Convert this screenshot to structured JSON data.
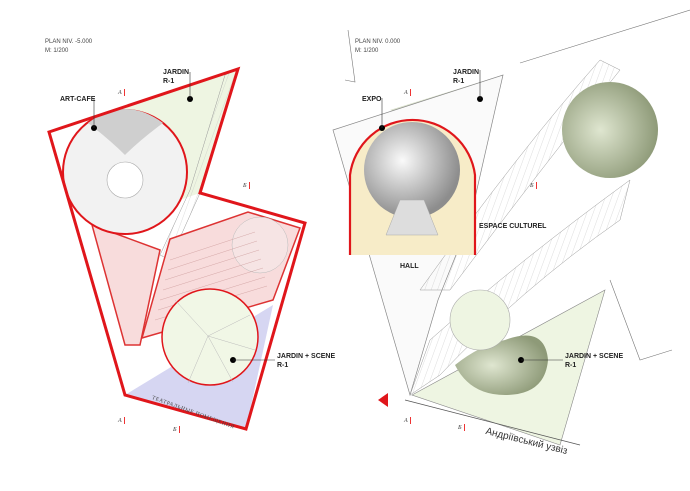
{
  "left_plan": {
    "title": "PLAN NIV. -5.000",
    "scale": "M:  1/200",
    "labels": {
      "jardin": "JARDIN",
      "jardin_level": "R-1",
      "art_cafe": "ART-CAFE",
      "jardin_scene": "JARDIN + SCENE",
      "jardin_scene_level": "R-1",
      "theatre_rooms": "ТЕАТРАЛЬНЫЕ  ПОМЕЩЕНИЯ"
    },
    "section_marks": [
      "A",
      "Б",
      "A",
      "Б"
    ]
  },
  "right_plan": {
    "title": "PLAN NIV. 0.000",
    "scale": "M:  1/200",
    "labels": {
      "jardin": "JARDIN",
      "jardin_level": "R-1",
      "expo": "EXPO",
      "espace_culturel": "ESPACE CULTUREL",
      "hall": "HALL",
      "jardin_scene": "JARDIN + SCENE",
      "jardin_scene_level": "R-1",
      "street": "Андріївський узвіз"
    },
    "section_marks": [
      "A",
      "Б",
      "A",
      "Б"
    ]
  },
  "colors": {
    "outline_red": "#e0161b",
    "garden_green": "#eef5e2",
    "hall_pink": "#f8dcdc",
    "theatre_blue": "#d6d6f2",
    "expo_yellow": "#f7ecc8",
    "dark_green": "#aab596"
  }
}
